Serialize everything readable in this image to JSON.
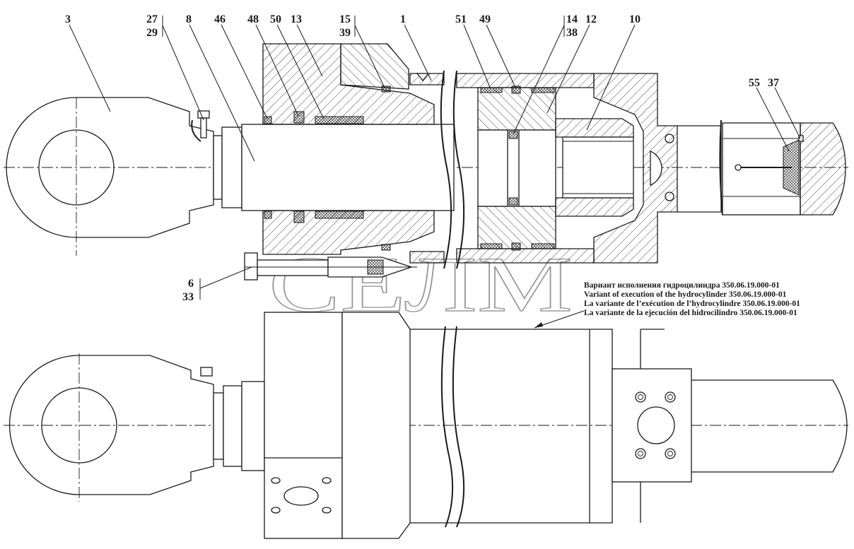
{
  "callouts": {
    "c3": "3",
    "c27": "27",
    "c29": "29",
    "c8": "8",
    "c46": "46",
    "c48": "48",
    "c50": "50",
    "c13": "13",
    "c15": "15",
    "c39": "39",
    "c1": "1",
    "c51": "51",
    "c49": "49",
    "c14": "14",
    "c38": "38",
    "c12": "12",
    "c10": "10",
    "c55": "55",
    "c37": "37",
    "c6": "6",
    "c33": "33"
  },
  "variant_caption": {
    "ru": "Вариант исполнения гидроцилиндра 350.06.19.000-01",
    "en": "Variant of execution of the hydrocylinder 350.06.19.000-01",
    "fr": "La variante de l’exécution de l’hydrocylindre 350.06.19.000-01",
    "es": "La variante de la ejecución del hidrocilindro 350.06.19.000-01"
  },
  "watermark": "СЕЛМ"
}
